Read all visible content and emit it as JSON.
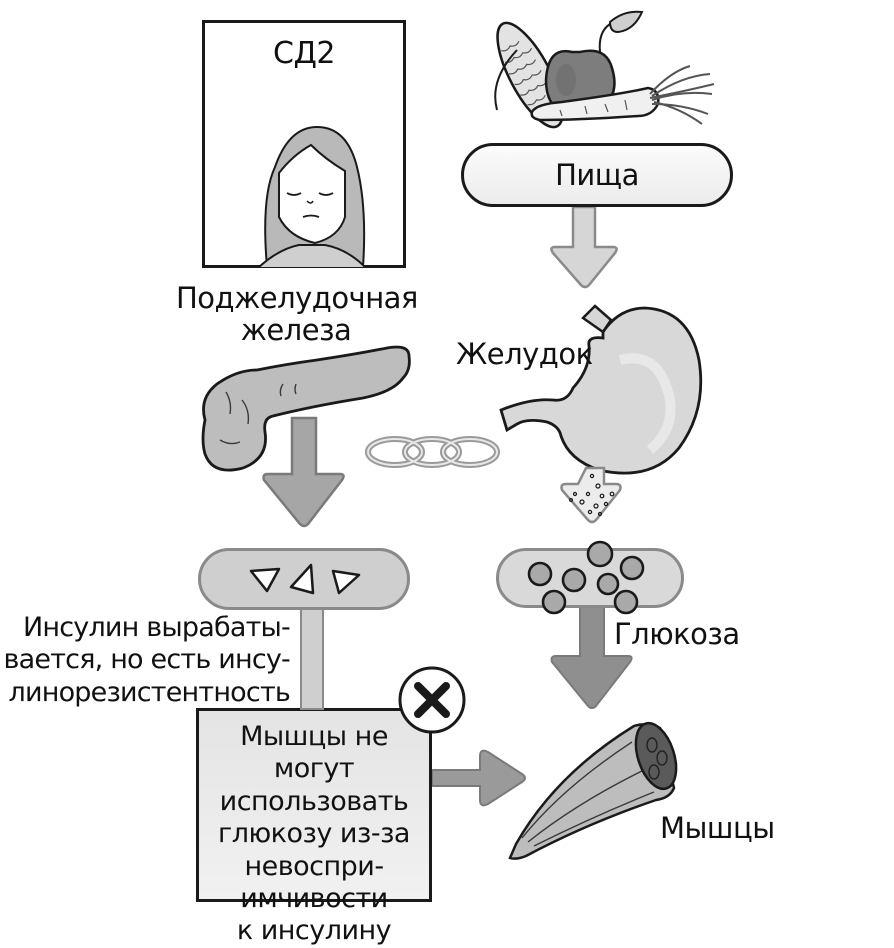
{
  "portrait": {
    "title": "СД2",
    "icon": "sad-woman-portrait"
  },
  "food": {
    "label": "Пища",
    "icon": "food-vegetables"
  },
  "stomach": {
    "label": "Желудок",
    "icon": "stomach"
  },
  "pancreas": {
    "label_lines": [
      "Поджелудочная",
      "железа"
    ],
    "icon": "pancreas"
  },
  "chain": {
    "icon": "chain-links"
  },
  "insulin": {
    "icon": "insulin-triangles",
    "caption_lines": [
      "Инсулин вырабаты-",
      "вается, но есть инсу-",
      "линорезистентность"
    ]
  },
  "glucose": {
    "label": "Глюкоза",
    "icon": "glucose-circles"
  },
  "blocked": {
    "icon": "cross-mark",
    "note_lines": [
      "Мышцы не могут",
      "использовать",
      "глюкозу из-за",
      "невоспри-",
      "имчивости",
      "к инсулину"
    ]
  },
  "muscle": {
    "label": "Мышцы",
    "icon": "muscle"
  },
  "colors": {
    "ink": "#1a1a1a",
    "arrow_gray": "#8f8f8f",
    "light_gray": "#d9d9d9",
    "mid_gray": "#a8a8a8"
  }
}
